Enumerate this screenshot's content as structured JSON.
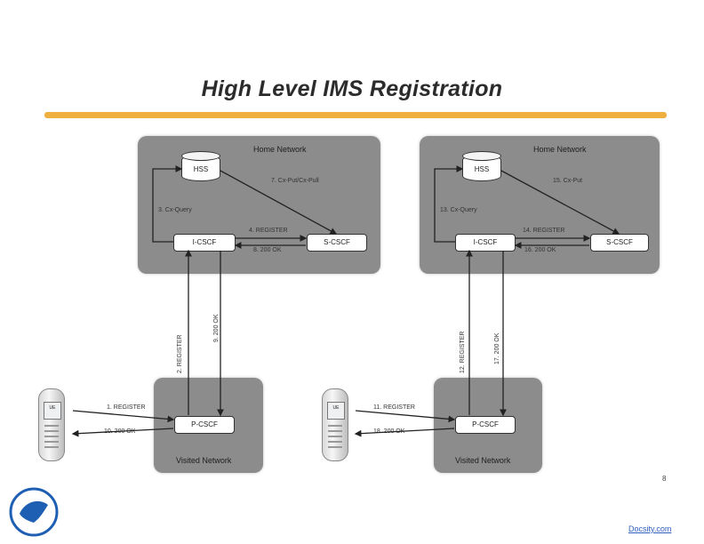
{
  "slide": {
    "title": "High Level IMS Registration",
    "page_number": "8",
    "footer_link": "Docsity.com"
  },
  "colors": {
    "accent_bar": "#f0b040",
    "network_box": "#8c8c8c",
    "logo": "#1f5fb3"
  },
  "home_network": {
    "label": "Home Network",
    "hss": "HSS",
    "icscf": "I-CSCF",
    "scscf": "S-CSCF",
    "edge_hss_scscf": "7. Cx-Put/Cx-Pull",
    "edge_icscf_hss": "3. Cx-Query",
    "edge_icscf_to_scscf": "4. REGISTER",
    "edge_scscf_to_icscf": "8. 200 OK"
  },
  "visited_network": {
    "label": "Visited Network",
    "pcscf": "P-CSCF",
    "ue": "UE",
    "edge_ue_to_pcscf": "1. REGISTER",
    "edge_pcscf_to_ue": "10. 200 OK",
    "edge_pcscf_to_icscf": "2. REGISTER",
    "edge_icscf_to_pcscf": "9. 200 OK"
  },
  "home_network_2": {
    "label": "Home Network",
    "hss": "HSS",
    "icscf": "I-CSCF",
    "scscf": "S-CSCF",
    "edge_hss_scscf": "15. Cx-Put",
    "edge_icscf_hss": "13. Cx-Query",
    "edge_icscf_to_scscf": "14. REGISTER",
    "edge_scscf_to_icscf": "16. 200 OK"
  },
  "visited_network_2": {
    "label": "Visited Network",
    "pcscf": "P-CSCF",
    "ue": "UE",
    "edge_ue_to_pcscf": "11. REGISTER",
    "edge_pcscf_to_ue": "18. 200 OK",
    "edge_pcscf_to_icscf": "12. REGISTER",
    "edge_icscf_to_pcscf": "17. 200 OK"
  }
}
